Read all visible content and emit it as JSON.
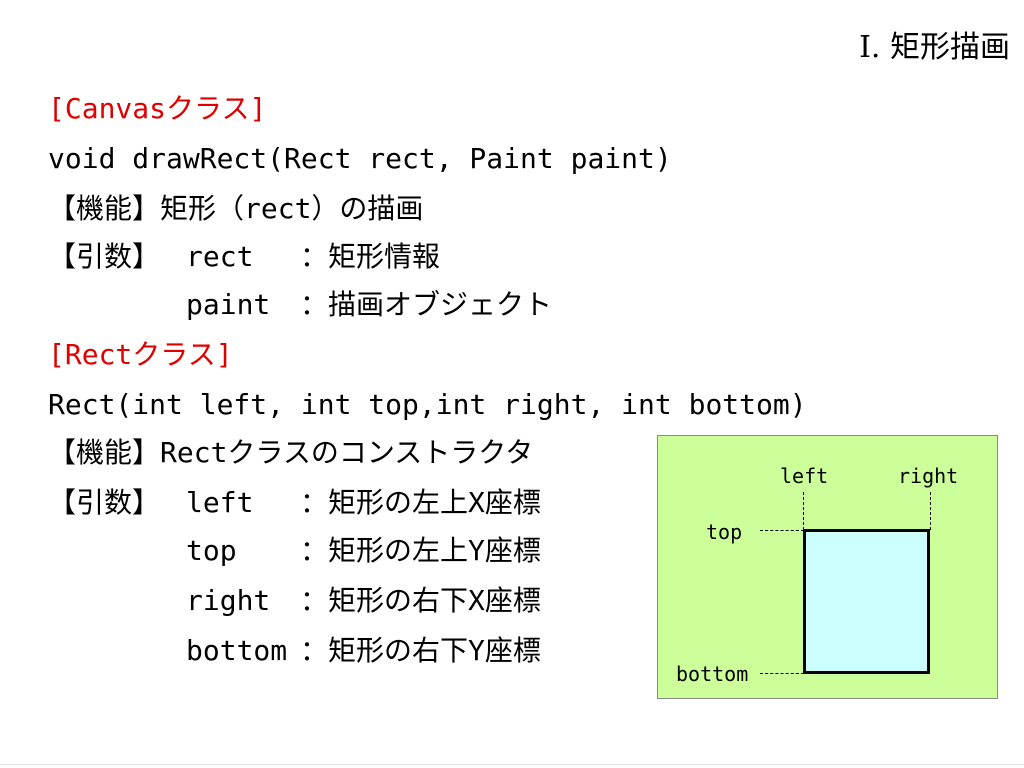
{
  "slide": {
    "title": "I. 矩形描画"
  },
  "canvas": {
    "heading": "[Canvasクラス]",
    "signature": "void drawRect(Rect rect, Paint paint)",
    "function": "【機能】矩形（rect）の描画",
    "args_label": "【引数】",
    "args": [
      {
        "name": "rect   ",
        "desc": "：矩形情報"
      },
      {
        "name": "paint  ",
        "desc": "：描画オブジェクト"
      }
    ]
  },
  "rect": {
    "heading": "[Rectクラス]",
    "signature": "Rect(int left, int top,int right, int bottom)",
    "function": "【機能】Rectクラスのコンストラクタ",
    "args_label": "【引数】",
    "args": [
      {
        "name": "left   ",
        "desc": "：矩形の左上X座標"
      },
      {
        "name": "top    ",
        "desc": "：矩形の左上Y座標"
      },
      {
        "name": "right  ",
        "desc": "：矩形の右下X座標"
      },
      {
        "name": "bottom ",
        "desc": "：矩形の右下Y座標"
      }
    ]
  },
  "diagram": {
    "left": "left",
    "right": "right",
    "top": "top",
    "bottom": "bottom",
    "colors": {
      "background": "#ccff99",
      "rectangle": "#ccffff"
    }
  }
}
